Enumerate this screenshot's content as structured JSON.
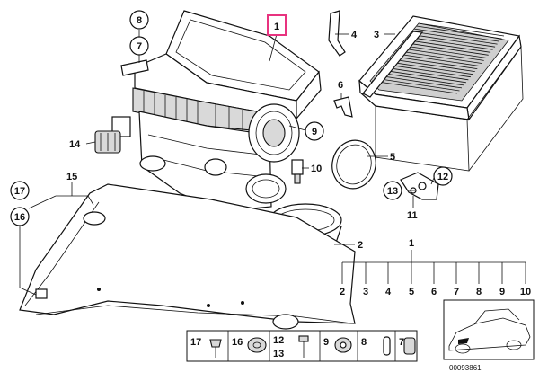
{
  "highlight_color": "#e8337f",
  "callouts": {
    "c1": "1",
    "c2": "2",
    "c3": "3",
    "c4": "4",
    "c5": "5",
    "c6": "6",
    "c7": "7",
    "c8": "8",
    "c9": "9",
    "c10": "10",
    "c11": "11",
    "c12": "12",
    "c13": "13",
    "c14": "14",
    "c15": "15",
    "c16": "16",
    "c17": "17"
  },
  "breakdown": {
    "assembly": "1",
    "items": [
      "2",
      "3",
      "4",
      "5",
      "6",
      "7",
      "8",
      "9",
      "10"
    ]
  },
  "legend": {
    "l17": "17",
    "l16": "16",
    "l12": "12",
    "l13": "13",
    "l9": "9",
    "l8": "8",
    "l7": "7"
  },
  "doc_number": "00093861"
}
